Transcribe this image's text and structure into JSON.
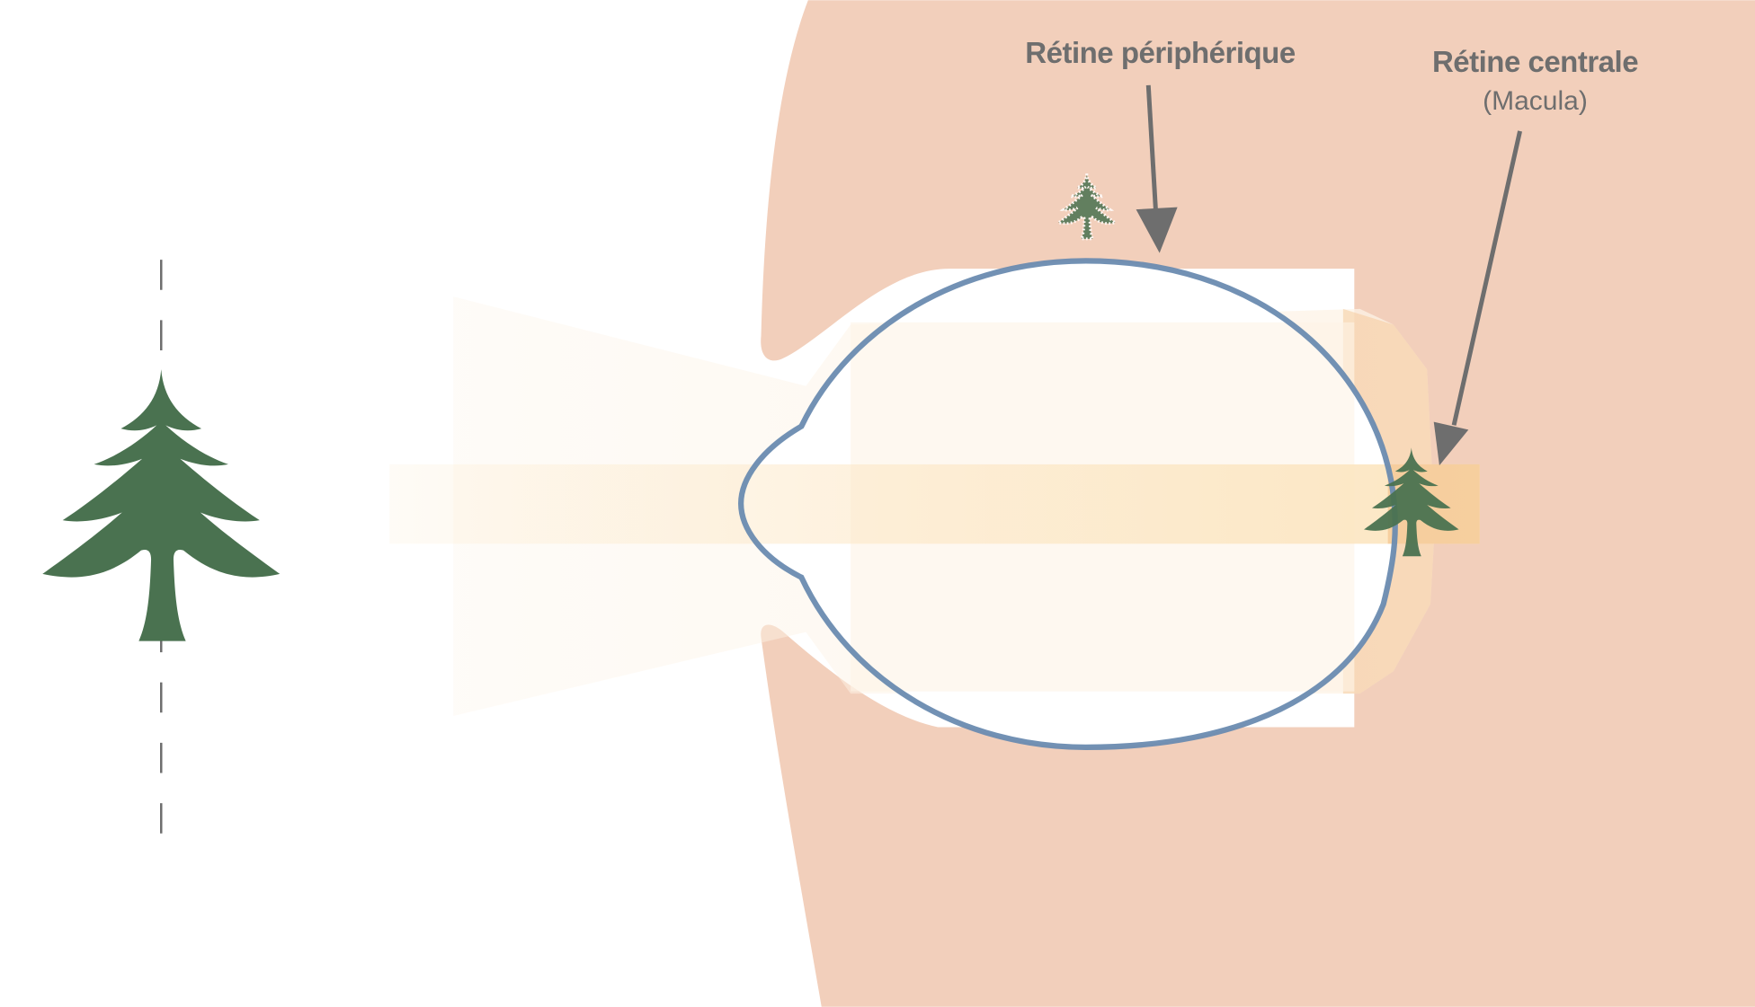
{
  "diagram": {
    "title": "Vision centrale et vision périphérique",
    "colors": {
      "skin": "#f2cfbb",
      "tree": "#4a7250",
      "eye_outline": "#6a8bb0",
      "light_beam": "#fce6c2",
      "macula_highlight": "#f4c48e",
      "text": "#6e6e6e",
      "arrow": "#6e6e6e"
    },
    "labels": {
      "peripheral_retina": "Rétine périphérique",
      "central_retina": "Rétine centrale",
      "central_retina_sub": "(Macula)"
    },
    "objects": [
      {
        "name": "object-tree",
        "description": "Arbre observé (objet)"
      },
      {
        "name": "peripheral-image-tree",
        "description": "Image floue sur la rétine périphérique"
      },
      {
        "name": "macula-image-tree",
        "description": "Image nette sur la macula"
      }
    ]
  }
}
